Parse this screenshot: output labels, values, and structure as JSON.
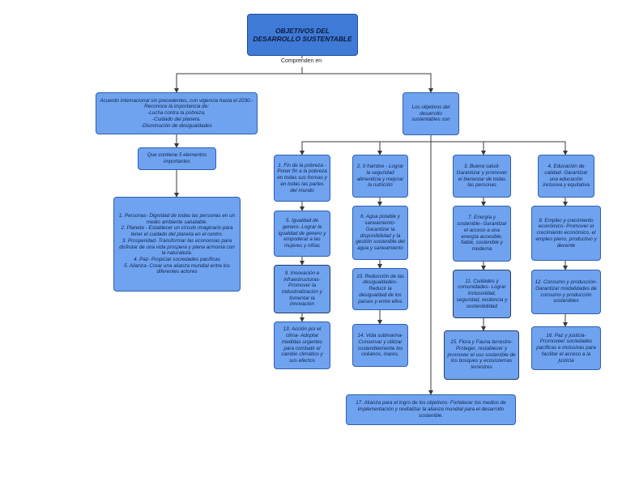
{
  "title": "OBJETIVOS DEL\nDESARROLLO SUSTENTABLE",
  "edge_label": "Comprenden en",
  "agreement": "Acuerdo internacional sin precedentes, con vigencia hasta el 2030.- Reconoce la importancia de:\n-Lucha contra la pobreza.\n-Cuidado del planeta.\n-Disminución de desigualdades",
  "objectives_intro": "Los objetivos del desarrollo sustentables son",
  "elements_title": "Que contiene 5 elementos importantes",
  "elements_list": "1. Personas- Dignidad de todas las personas en un medio ambiente saludable.\n2. Planeta - Establecer un círculo imaginario para tener el cuidado del planeta en el centro.\n3. Prosperidad- Transformar las economías para disfrutar de una vida prospera y plena armonía con la naturaleza.\n4. Paz- Propiciar sociedades pacíficas\n5. Alianza- Crear una alianza mundial entre los diferentes actores",
  "goals": {
    "g1": "1. Fin de la pobreza -  Poner fin a la pobreza en todas sus formas y en todas las partes del mundo",
    "g2": "2. 0 hambre - Lograr la seguridad alimenticia y mejorar la nutrición",
    "g3": "3. Buena salud- Garantizar y promover el bienestar de todas las personas",
    "g4": "4. Educación de calidad- Garantizar una educación inclusiva y equitativa",
    "g5": "5. Igualdad de genero- Lograr la igualdad de genero y empoderar a las mujeres y niñas",
    "g6": "6. Agua potable y saneamiento- Garantizar la disponibilidad y la gestión sostenible del agua y saneamiento",
    "g7": "7. Energía y sostenible- Garantizar el acceso a una energía accesible, fiable, sostenible y moderna",
    "g8": "8. Empleo y crecimiento económico- Promover el crecimiento económico, el empleo pleno, productivo y decente",
    "g9": "9. Innovación e infraestructuras- Promover la industrialización y fomentar la innovación",
    "g10": "10. Reducción de las desigualdades- Reducir la desigualdad de los países y entre ellos",
    "g11": "11. Cuidades y comunidades- Lograr inclusividad, seguridad, resilencia y sostenibilidad",
    "g12": "12. Consumo y producción- Garantizar modalidades de consumo y producción sostenibles",
    "g13": "13. Acción por el clima- Adoptar medidas urgentes para combatir el cambio climático y sus efectos",
    "g14": "14. Vida submarina- Conservar y utilizar sosteniblemente los océanos, mares.",
    "g15": "15. Flora y Fauna terrestre- Proteger, restablecer y promover el uso sostenible de los bosques y ecosistemas terrestres",
    "g16": "16. Paz y justicia- Promoveer sociedades pacíficas e inclusivas para facilitar el acceso a la justicia",
    "g17": "17. Alianza para el logro de los objetivos- Fortalecer los medios de implementación y revitalizar la alianza mundial para el desarrollo sostenible."
  },
  "colors": {
    "node_fill": "#6fa3f0",
    "title_fill": "#3f7ad6",
    "line": "#3a3a3a"
  }
}
